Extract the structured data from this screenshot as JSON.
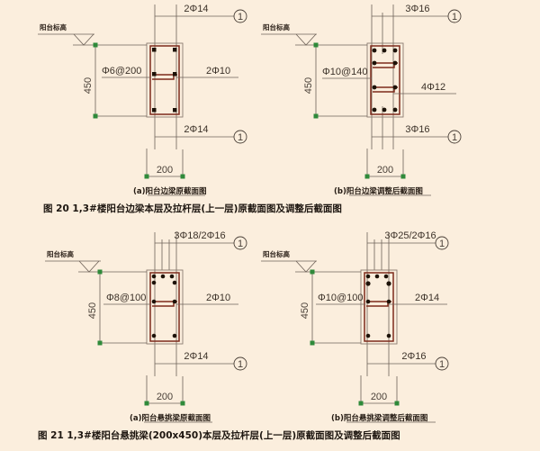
{
  "page": {
    "background_color": "#fbeedd",
    "rebar_color": "#7d2a1b",
    "line_color": "#6e6258",
    "node_color": "#2f8a3a"
  },
  "figures": [
    {
      "id": "figure-20",
      "caption": "图 20   1,3#楼阳台边梁本层及拉杆层(上一层)原截面图及调整后截面图",
      "caption_number": "图 20",
      "panels": [
        {
          "id": "panel-20a",
          "subcaption": "(a)阳台边梁原截面图",
          "elevation_label": "阳台标高",
          "height_dim": "450",
          "width_dim": "200",
          "stirrup_label": "Φ6@200",
          "mid_rebar_label": "2Φ10",
          "top_rebar_label": "2Φ14",
          "bottom_rebar_label": "2Φ14",
          "section_marker": "1"
        },
        {
          "id": "panel-20b",
          "subcaption": "(b)阳台边梁调整后截面图",
          "elevation_label": "阳台标高",
          "height_dim": "450",
          "width_dim": "200",
          "stirrup_label": "Φ10@140",
          "mid_rebar_label": "4Φ12",
          "top_rebar_label": "3Φ16",
          "bottom_rebar_label": "3Φ16",
          "section_marker": "1"
        }
      ]
    },
    {
      "id": "figure-21",
      "caption": "图 21   1,3#楼阳台悬挑梁(200x450)本层及拉杆层(上一层)原截面图及调整后截面图",
      "caption_number": "图 21",
      "panels": [
        {
          "id": "panel-21a",
          "subcaption": "(a)阳台悬挑梁原截面图",
          "elevation_label": "阳台标高",
          "height_dim": "450",
          "width_dim": "200",
          "stirrup_label": "Φ8@100",
          "mid_rebar_label": "2Φ10",
          "top_rebar_label": "3Φ18/2Φ16",
          "bottom_rebar_label": "2Φ14",
          "section_marker": "1"
        },
        {
          "id": "panel-21b",
          "subcaption": "(b)阳台悬挑梁调整后截面图",
          "elevation_label": "阳台标高",
          "height_dim": "450",
          "width_dim": "200",
          "stirrup_label": "Φ10@100",
          "mid_rebar_label": "2Φ14",
          "top_rebar_label": "3Φ25/2Φ16",
          "bottom_rebar_label": "2Φ16",
          "section_marker": "1"
        }
      ]
    }
  ]
}
